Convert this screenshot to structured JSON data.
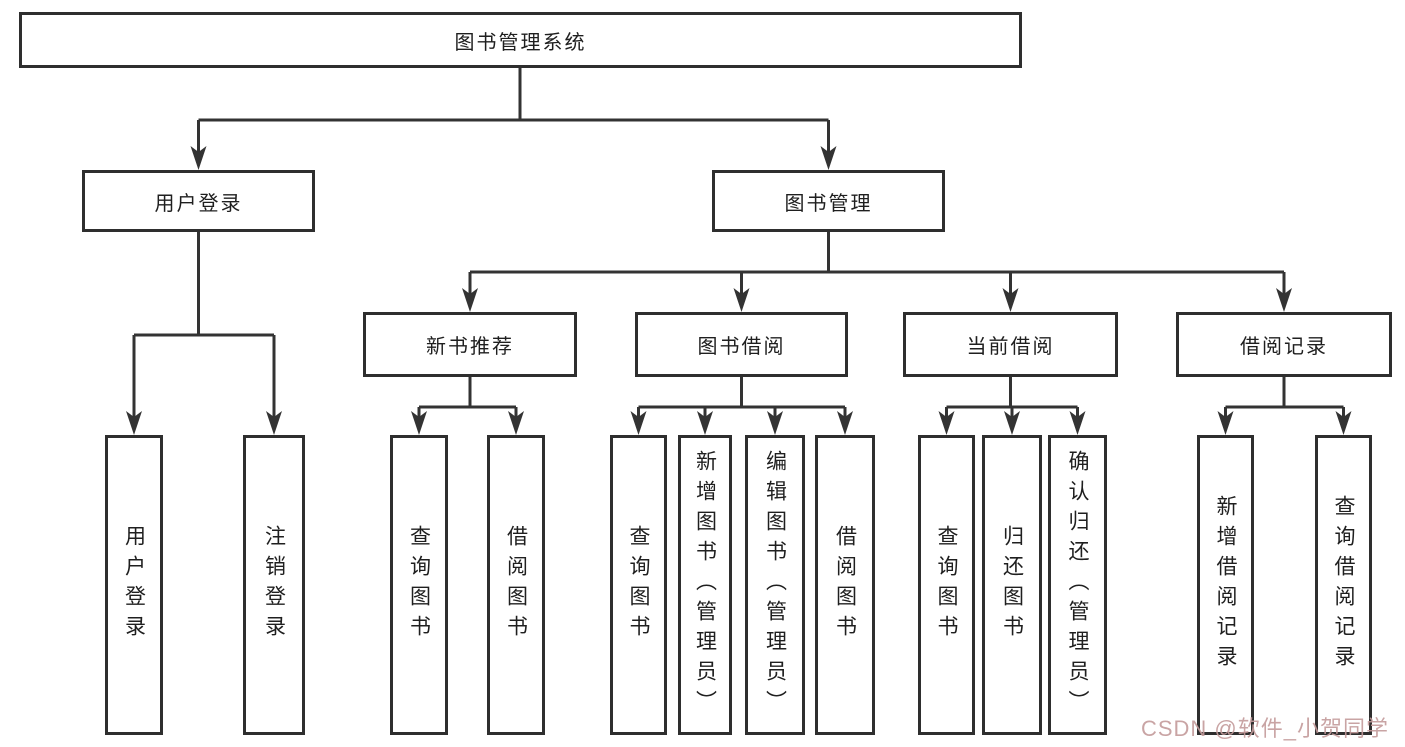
{
  "diagram": {
    "type": "tree-structure-chart",
    "title": "图书管理系统",
    "nodes": {
      "root": "图书管理系统",
      "user_login": "用户登录",
      "book_mgmt": "图书管理",
      "new_book_rec": "新书推荐",
      "book_borrow": "图书借阅",
      "current_borrow": "当前借阅",
      "borrow_record": "借阅记录",
      "leaf_user_login": "用户登录",
      "leaf_logout": "注销登录",
      "leaf_nb_query": "查询图书",
      "leaf_nb_borrow": "借阅图书",
      "leaf_bb_query": "查询图书",
      "leaf_bb_add": "新增图书（管理员）",
      "leaf_bb_edit": "编辑图书（管理员）",
      "leaf_bb_borrow": "借阅图书",
      "leaf_cb_query": "查询图书",
      "leaf_cb_return": "归还图书",
      "leaf_cb_confirm": "确认归还（管理员）",
      "leaf_br_add": "新增借阅记录",
      "leaf_br_query": "查询借阅记录"
    },
    "edges": [
      [
        "图书管理系统",
        "用户登录"
      ],
      [
        "图书管理系统",
        "图书管理"
      ],
      [
        "用户登录",
        "用户登录(叶)"
      ],
      [
        "用户登录",
        "注销登录"
      ],
      [
        "图书管理",
        "新书推荐"
      ],
      [
        "图书管理",
        "图书借阅"
      ],
      [
        "图书管理",
        "当前借阅"
      ],
      [
        "图书管理",
        "借阅记录"
      ],
      [
        "新书推荐",
        "查询图书"
      ],
      [
        "新书推荐",
        "借阅图书"
      ],
      [
        "图书借阅",
        "查询图书"
      ],
      [
        "图书借阅",
        "新增图书（管理员）"
      ],
      [
        "图书借阅",
        "编辑图书（管理员）"
      ],
      [
        "图书借阅",
        "借阅图书"
      ],
      [
        "当前借阅",
        "查询图书"
      ],
      [
        "当前借阅",
        "归还图书"
      ],
      [
        "当前借阅",
        "确认归还（管理员）"
      ],
      [
        "借阅记录",
        "新增借阅记录"
      ],
      [
        "借阅记录",
        "查询借阅记录"
      ]
    ],
    "colors": {
      "line": "#333333",
      "box_border": "#2e2e2e",
      "box_fill": "#ffffff",
      "text": "#1f1f1f",
      "watermark": "#c49b9b"
    }
  },
  "watermark": "CSDN @软件_小贺同学"
}
